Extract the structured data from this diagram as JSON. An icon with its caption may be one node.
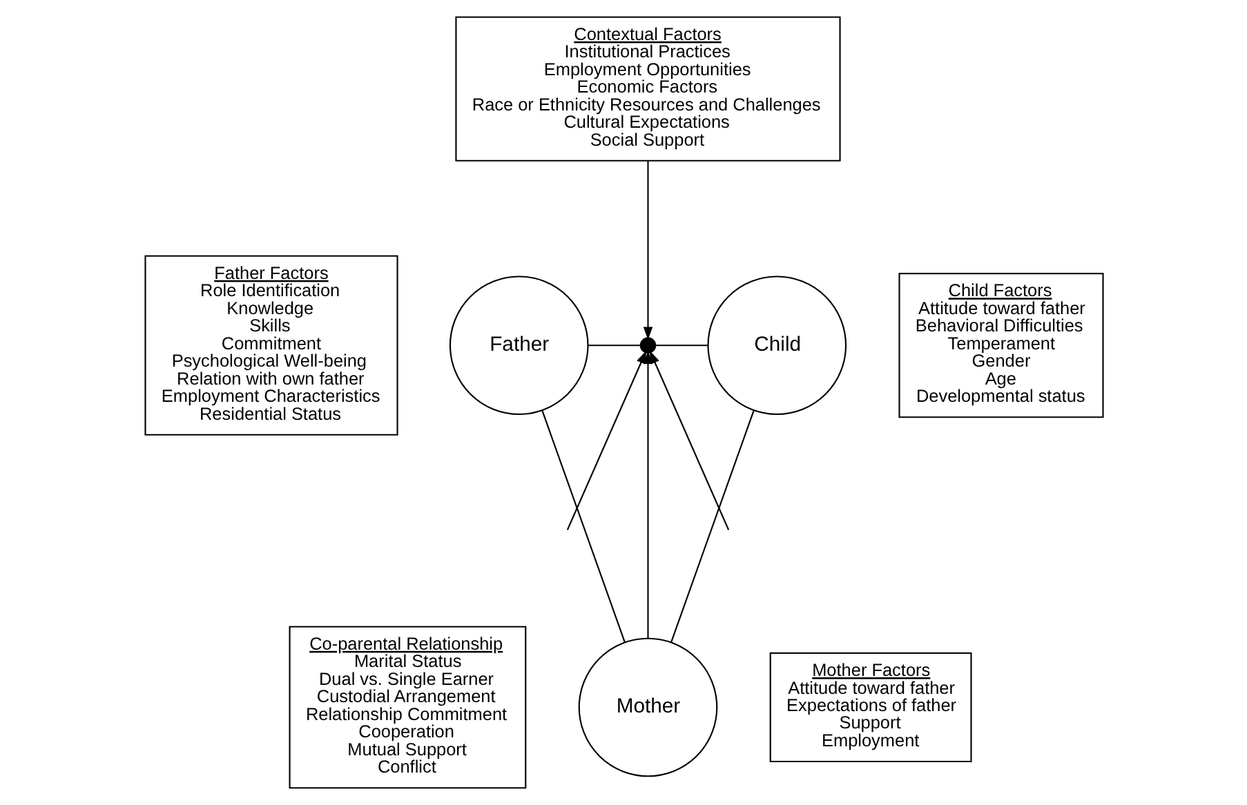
{
  "diagram": {
    "nodes": [
      {
        "text": [
          "Contextual Factors",
          "Institutional Practices",
          "Employment Opportunities",
          "Economic Factors",
          "Race or Ethnicity Resources and Challenges",
          "Cultural Expectations",
          "Social Support"
        ]
      },
      {
        "text": [
          "Father Factors",
          "Role Identification",
          "Knowledge",
          "Skills",
          "Commitment",
          "Psychological Well-being",
          "Relation with own father",
          "Employment Characteristics",
          "Residential Status"
        ]
      },
      {
        "text": [
          "Father"
        ]
      },
      {
        "text": [],
        "shape": "point"
      },
      {
        "text": [
          "Child"
        ]
      },
      {
        "text": [
          "Child Factors",
          "Attitude toward father",
          "Behavioral Difficulties",
          "Temperament",
          "Gender",
          "Age",
          "Developmental status"
        ]
      },
      {
        "text": [
          "Co-parental Relationship",
          "Marital Status",
          "Dual vs. Single Earner",
          "Custodial Arrangement",
          "Relationship Commitment",
          "Cooperation",
          "Mutual Support",
          "Conflict"
        ]
      },
      {
        "text": [
          "Mother"
        ]
      },
      {
        "text": [
          "Mother Factors",
          "Attitude toward father",
          "Expectations of father",
          "Support",
          "Employment"
        ]
      }
    ],
    "edges": [
      {
        "from": 0,
        "to": 3,
        "arrow": "to"
      },
      {
        "from": 2,
        "to": 3,
        "arrow": "none"
      },
      {
        "from": 4,
        "to": 3,
        "arrow": "none"
      },
      {
        "from": 7,
        "to": 3,
        "arrow": "to"
      },
      {
        "from": 2,
        "to": 7,
        "arrow": "none"
      },
      {
        "from": 4,
        "to": 7,
        "arrow": "none"
      },
      {
        "from": null,
        "to": 3,
        "arrow": "to"
      },
      {
        "from": null,
        "to": 3,
        "arrow": "to"
      }
    ]
  }
}
